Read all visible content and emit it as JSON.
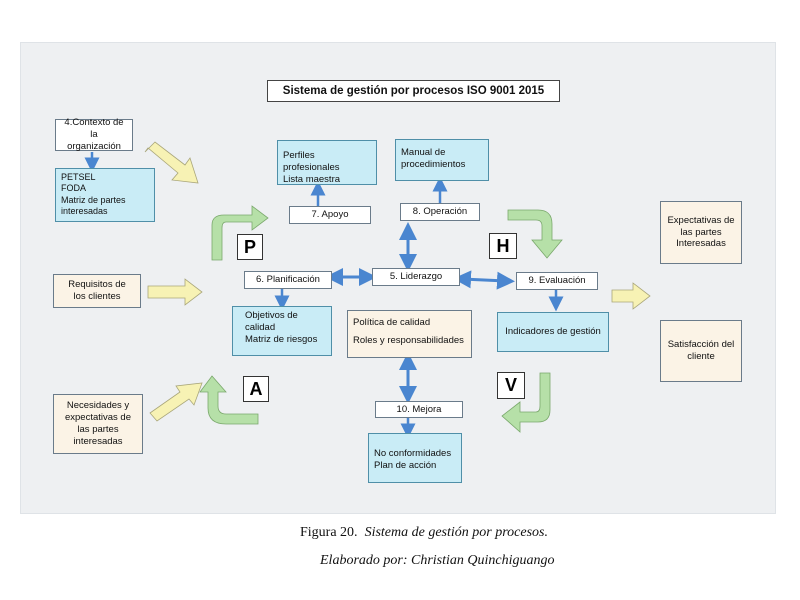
{
  "diagram": {
    "title": "Sistema de gestión por procesos ISO 9001 2015",
    "contexto": {
      "title": [
        "4.Contexto de la",
        "organización"
      ],
      "items": [
        "PETSEL",
        "FODA",
        "Matriz de partes",
        "interesadas"
      ]
    },
    "requisitos": [
      "Requisitos de",
      "los clientes"
    ],
    "necesidades": [
      "Necesidades y",
      "expectativas de",
      "las partes",
      "interesadas"
    ],
    "apoyo": {
      "content": [
        "Perfiles profesionales",
        "Lista maestra"
      ],
      "label": "7. Apoyo"
    },
    "operacion": {
      "content": [
        "Manual de",
        "procedimientos"
      ],
      "label": "8. Operación"
    },
    "planificacion": {
      "label": "6. Planificación",
      "content": [
        "Objetivos de",
        "calidad",
        "Matriz de riesgos"
      ]
    },
    "liderazgo": {
      "label": "5. Liderazgo",
      "content": [
        "Política de calidad",
        "Roles y responsabilidades"
      ]
    },
    "evaluacion": {
      "label": "9. Evaluación",
      "content": "Indicadores de gestión"
    },
    "mejora": {
      "label": "10. Mejora",
      "content": [
        "No conformidades",
        "Plan de acción"
      ]
    },
    "expectativas": [
      "Expectativas de",
      "las partes",
      "Interesadas"
    ],
    "satisfaccion": [
      "Satisfacción del",
      "cliente"
    ],
    "pdca": {
      "p": "P",
      "h": "H",
      "v": "V",
      "a": "A"
    }
  },
  "caption": {
    "figure_label": "Figura 20.",
    "figure_title": "Sistema de gestión por procesos.",
    "credit": "Elaborado por: Christian Quinchiguango"
  },
  "colors": {
    "green_arrow": "#b6e0a8",
    "yellow_arrow": "#f7f2b4",
    "blue_arrow": "#4a86d0",
    "blue_box": "#c9ecf6",
    "beige_box": "#fbf3e6"
  }
}
